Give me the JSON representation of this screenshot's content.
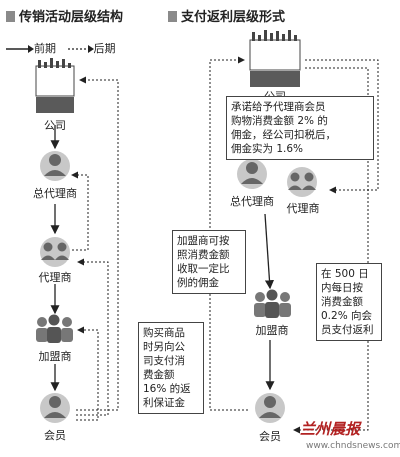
{
  "left_title": "传销活动层级结构",
  "right_title": "支付返利层级形式",
  "legend": {
    "early": "前期",
    "late": "后期"
  },
  "left_nodes": [
    "公司",
    "总代理商",
    "代理商",
    "加盟商",
    "会员"
  ],
  "right_nodes": {
    "company": "公司",
    "general_agent": "总代理商",
    "agent": "代理商",
    "franchisee": "加盟商",
    "member": "会员"
  },
  "notes": {
    "commission": [
      "承诺给予代理商会员",
      "购物消费金额 2% 的",
      "佣金，经公司扣税后，",
      "佣金实为 1.6%"
    ],
    "franchise_fee": [
      "加盟商可按",
      "照消费金额",
      "收取一定比",
      "例的佣金"
    ],
    "daily_rebate": [
      "在 500 日",
      "内每日按",
      "消费金额",
      "0.2% 向会",
      "员支付返利"
    ],
    "deposit": [
      "购买商品",
      "时另向公",
      "司支付消",
      "费金额",
      "16% 的返",
      "利保证金"
    ]
  },
  "watermark_logo": "兰州晨报",
  "watermark_url": "www.chndsnews.com",
  "colors": {
    "ink": "#222222",
    "gray": "#8a8a8a",
    "accent": "#b22222"
  }
}
